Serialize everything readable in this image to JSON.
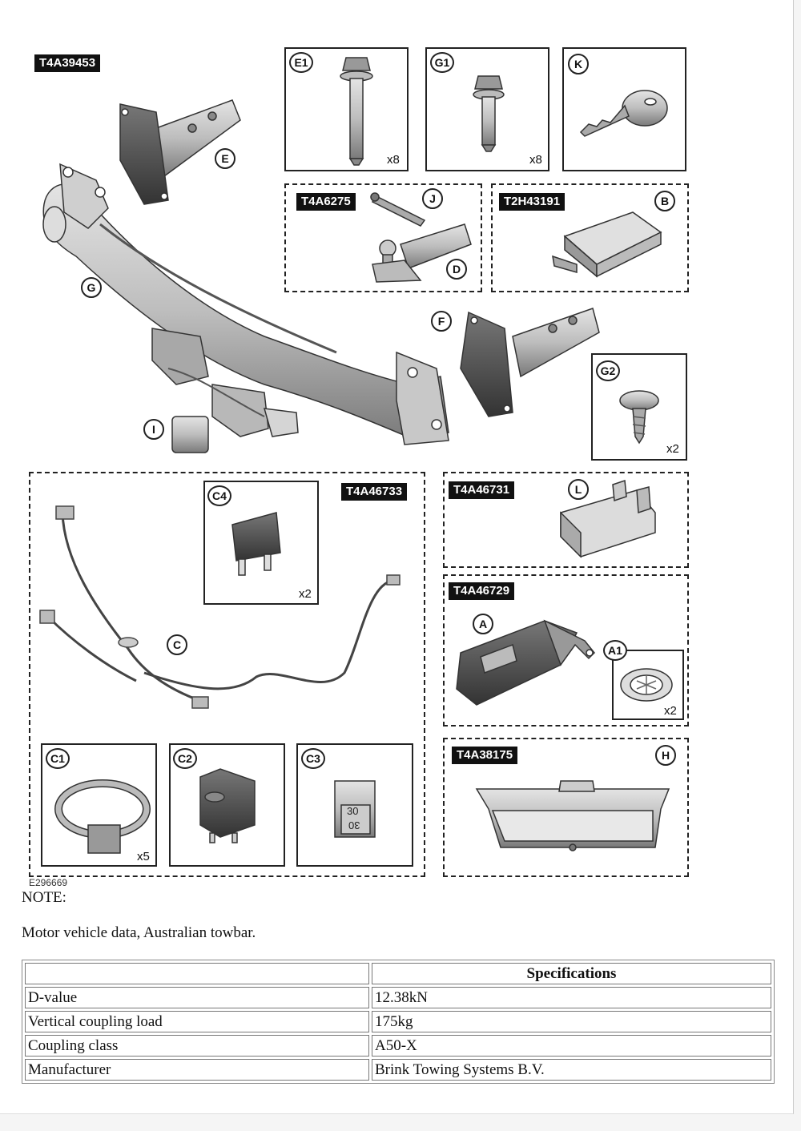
{
  "figure": {
    "figure_id": "E296669",
    "part_codes": {
      "main": "T4A39453",
      "kit_jd": "T4A6275",
      "kit_b": "T2H43191",
      "kit_c": "T4A46733",
      "kit_l": "T4A46731",
      "kit_a": "T4A46729",
      "kit_h": "T4A38175"
    },
    "callouts": {
      "e": "E",
      "g": "G",
      "f": "F",
      "i": "I",
      "e1": "E1",
      "g1": "G1",
      "k": "K",
      "j": "J",
      "d": "D",
      "b": "B",
      "g2": "G2",
      "c4": "C4",
      "c": "C",
      "l": "L",
      "a": "A",
      "a1": "A1",
      "c1": "C1",
      "c2": "C2",
      "c3": "C3",
      "h": "H"
    },
    "quantities": {
      "e1": "x8",
      "g1": "x8",
      "g2": "x2",
      "c4": "x2",
      "a1": "x2",
      "c1": "x5"
    },
    "fuse_labels": {
      "top": "30",
      "bottom": "30"
    }
  },
  "note": {
    "label": "NOTE:",
    "text": "Motor vehicle data, Australian towbar."
  },
  "spec_table": {
    "header": {
      "label": "",
      "value": "Specifications"
    },
    "rows": [
      {
        "label": "D-value",
        "value": "12.38kN"
      },
      {
        "label": "Vertical coupling load",
        "value": "175kg"
      },
      {
        "label": "Coupling class",
        "value": "A50-X"
      },
      {
        "label": "Manufacturer",
        "value": "Brink Towing Systems B.V."
      }
    ]
  }
}
